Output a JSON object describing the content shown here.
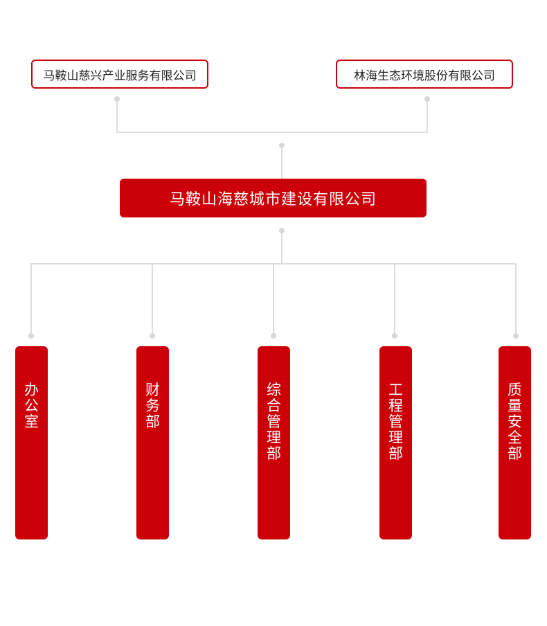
{
  "org_chart": {
    "parents": [
      {
        "label": "马鞍山慈兴产业服务有限公司"
      },
      {
        "label": "林海生态环境股份有限公司"
      }
    ],
    "main": {
      "label": "马鞍山海慈城市建设有限公司"
    },
    "departments": [
      {
        "label": "办公室"
      },
      {
        "label": "财务部"
      },
      {
        "label": "综合管理部"
      },
      {
        "label": "工程管理部"
      },
      {
        "label": "质量安全部"
      }
    ]
  },
  "colors": {
    "brand_red": "#cc0008",
    "border_red": "#c8000a",
    "connector_gray": "#dddddd",
    "dot_gray": "#d8d8d8"
  }
}
